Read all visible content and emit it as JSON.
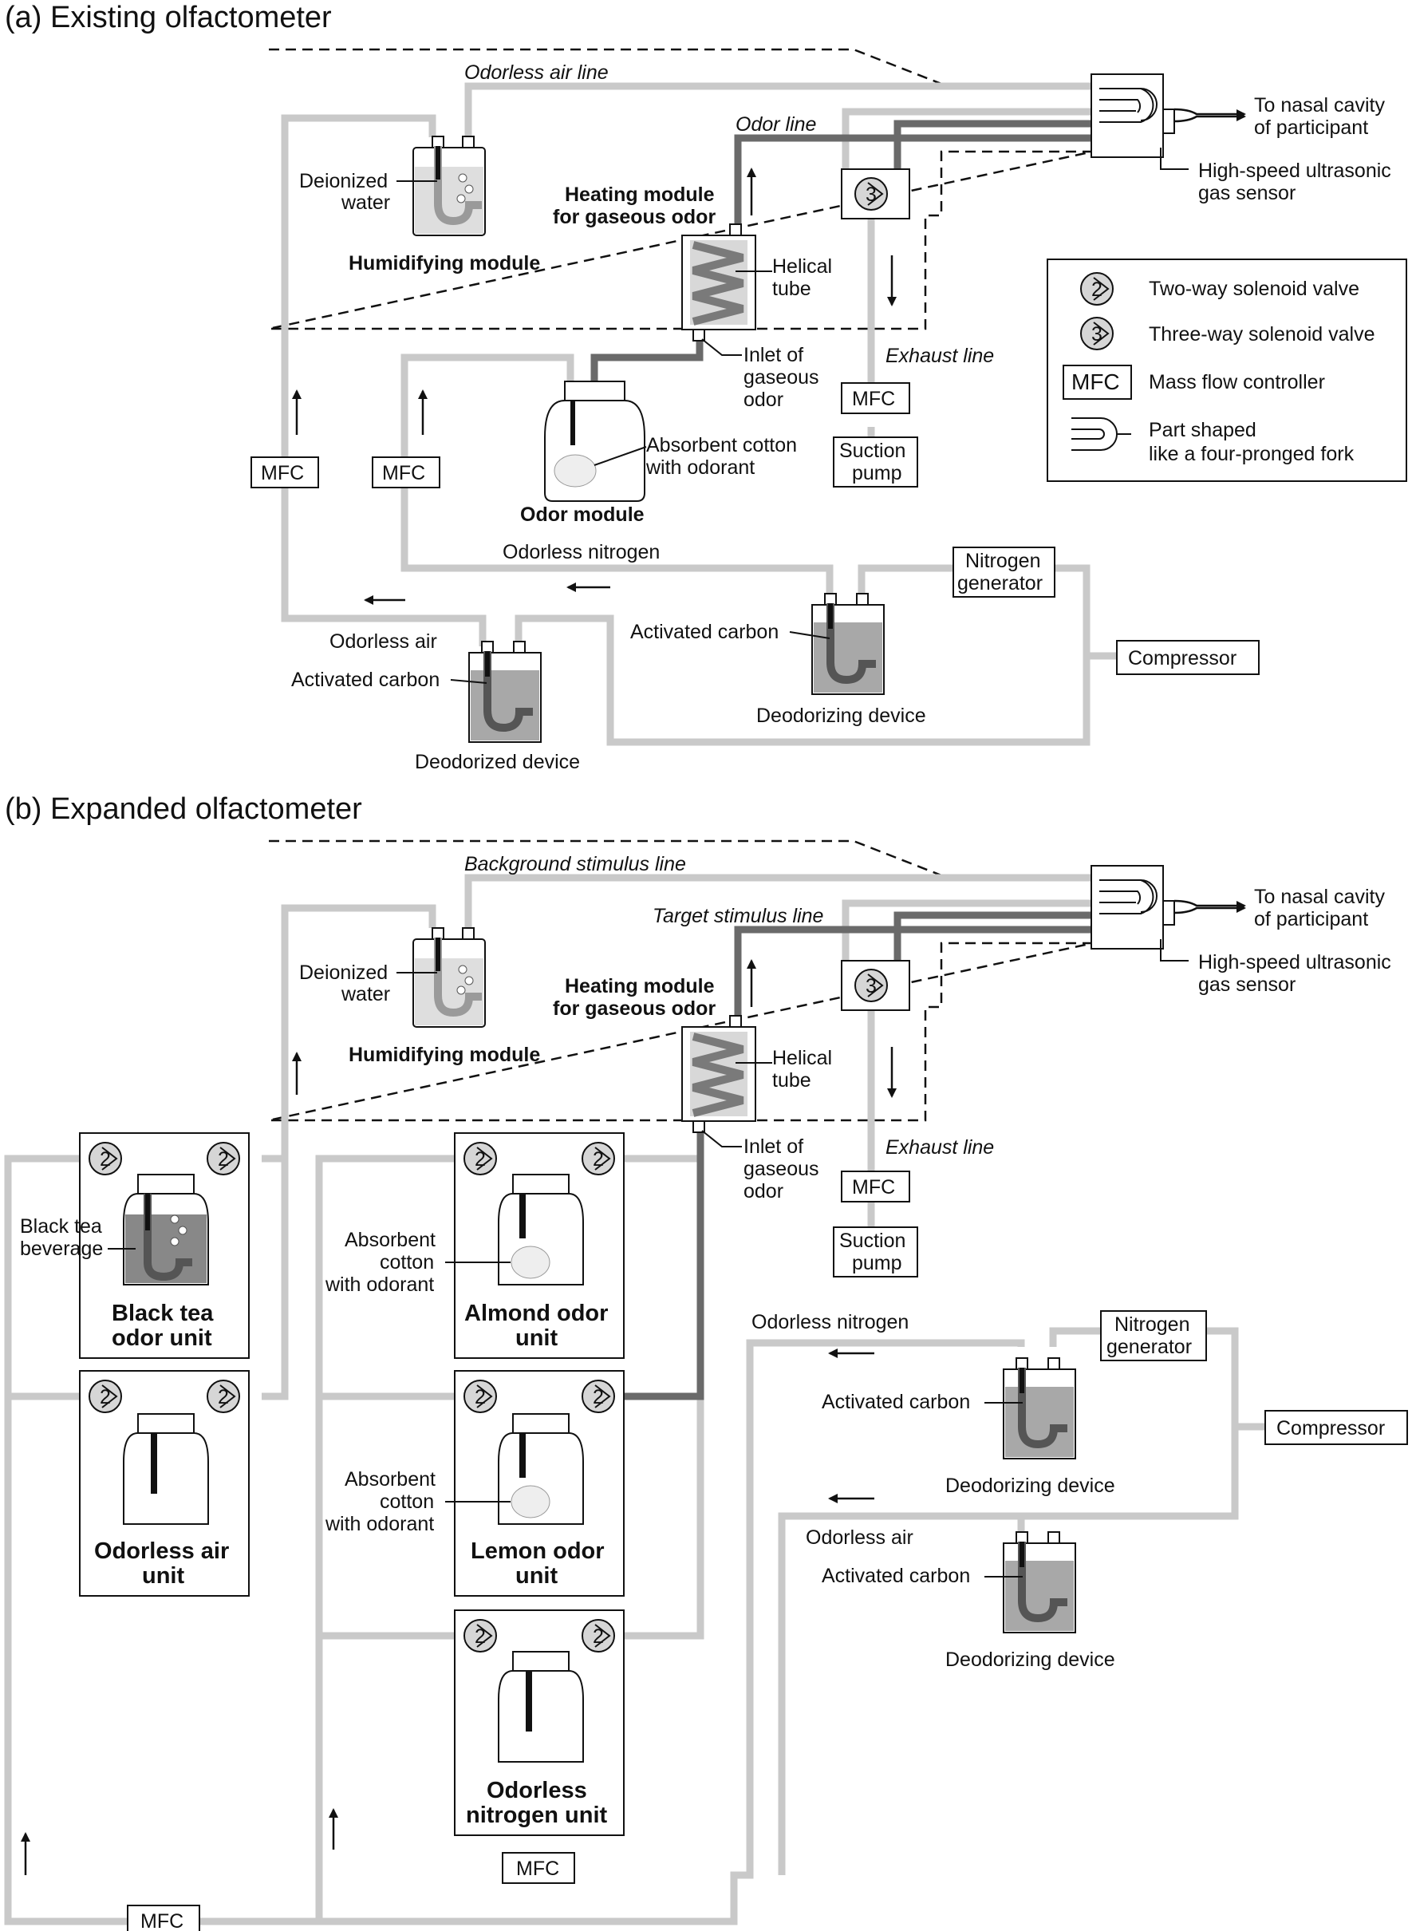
{
  "panel_a": {
    "title": "(a) Existing olfactometer",
    "odorless_air_line": "Odorless air line",
    "odor_line": "Odor line",
    "exhaust_line": "Exhaust line",
    "to_nasal_1": "To nasal cavity",
    "to_nasal_2": "of participant",
    "sensor_1": "High-speed ultrasonic",
    "sensor_2": "gas sensor",
    "deionized_1": "Deionized",
    "deionized_2": "water",
    "humidifying": "Humidifying module",
    "heating_1": "Heating module",
    "heating_2": "for gaseous odor",
    "helical_1": "Helical",
    "helical_2": "tube",
    "inlet_1": "Inlet of",
    "inlet_2": "gaseous",
    "inlet_3": "odor",
    "absorbent_1": "Absorbent cotton",
    "absorbent_2": "with odorant",
    "odor_module": "Odor module",
    "mfc": "MFC",
    "suction_1": "Suction",
    "suction_2": "pump",
    "odorless_nitrogen": "Odorless nitrogen",
    "nitrogen_gen_1": "Nitrogen",
    "nitrogen_gen_2": "generator",
    "compressor": "Compressor",
    "activated_carbon": "Activated carbon",
    "deodorizing_device": "Deodorizing device",
    "odorless_air": "Odorless air",
    "deodorized_device": "Deodorized device",
    "valve_3": "3"
  },
  "legend": {
    "two_way": "Two-way solenoid valve",
    "three_way": "Three-way solenoid valve",
    "mfc_symbol": "MFC",
    "mfc_desc": "Mass flow controller",
    "fork_1": "Part shaped",
    "fork_2": "like a four-pronged fork",
    "valve_2": "2",
    "valve_3": "3"
  },
  "panel_b": {
    "title": "(b) Expanded olfactometer",
    "background_line": "Background stimulus line",
    "target_line": "Target stimulus line",
    "exhaust_line": "Exhaust line",
    "to_nasal_1": "To nasal cavity",
    "to_nasal_2": "of participant",
    "sensor_1": "High-speed ultrasonic",
    "sensor_2": "gas sensor",
    "deionized_1": "Deionized",
    "deionized_2": "water",
    "humidifying": "Humidifying module",
    "heating_1": "Heating module",
    "heating_2": "for gaseous odor",
    "helical_1": "Helical",
    "helical_2": "tube",
    "inlet_1": "Inlet of",
    "inlet_2": "gaseous",
    "inlet_3": "odor",
    "mfc": "MFC",
    "suction_1": "Suction",
    "suction_2": "pump",
    "black_tea_bev_1": "Black tea",
    "black_tea_bev_2": "beverage",
    "black_tea_unit_1": "Black tea",
    "black_tea_unit_2": "odor unit",
    "odorless_air_unit_1": "Odorless air",
    "odorless_air_unit_2": "unit",
    "absorbent_1": "Absorbent",
    "absorbent_2": "cotton",
    "absorbent_3": "with odorant",
    "almond_unit_1": "Almond odor",
    "almond_unit_2": "unit",
    "lemon_unit_1": "Lemon odor",
    "lemon_unit_2": "unit",
    "nitrogen_unit_1": "Odorless",
    "nitrogen_unit_2": "nitrogen unit",
    "odorless_nitrogen": "Odorless nitrogen",
    "nitrogen_gen_1": "Nitrogen",
    "nitrogen_gen_2": "generator",
    "compressor": "Compressor",
    "activated_carbon": "Activated carbon",
    "deodorizing_device": "Deodorizing device",
    "odorless_air": "Odorless air",
    "valve_2": "2",
    "valve_3": "3"
  }
}
